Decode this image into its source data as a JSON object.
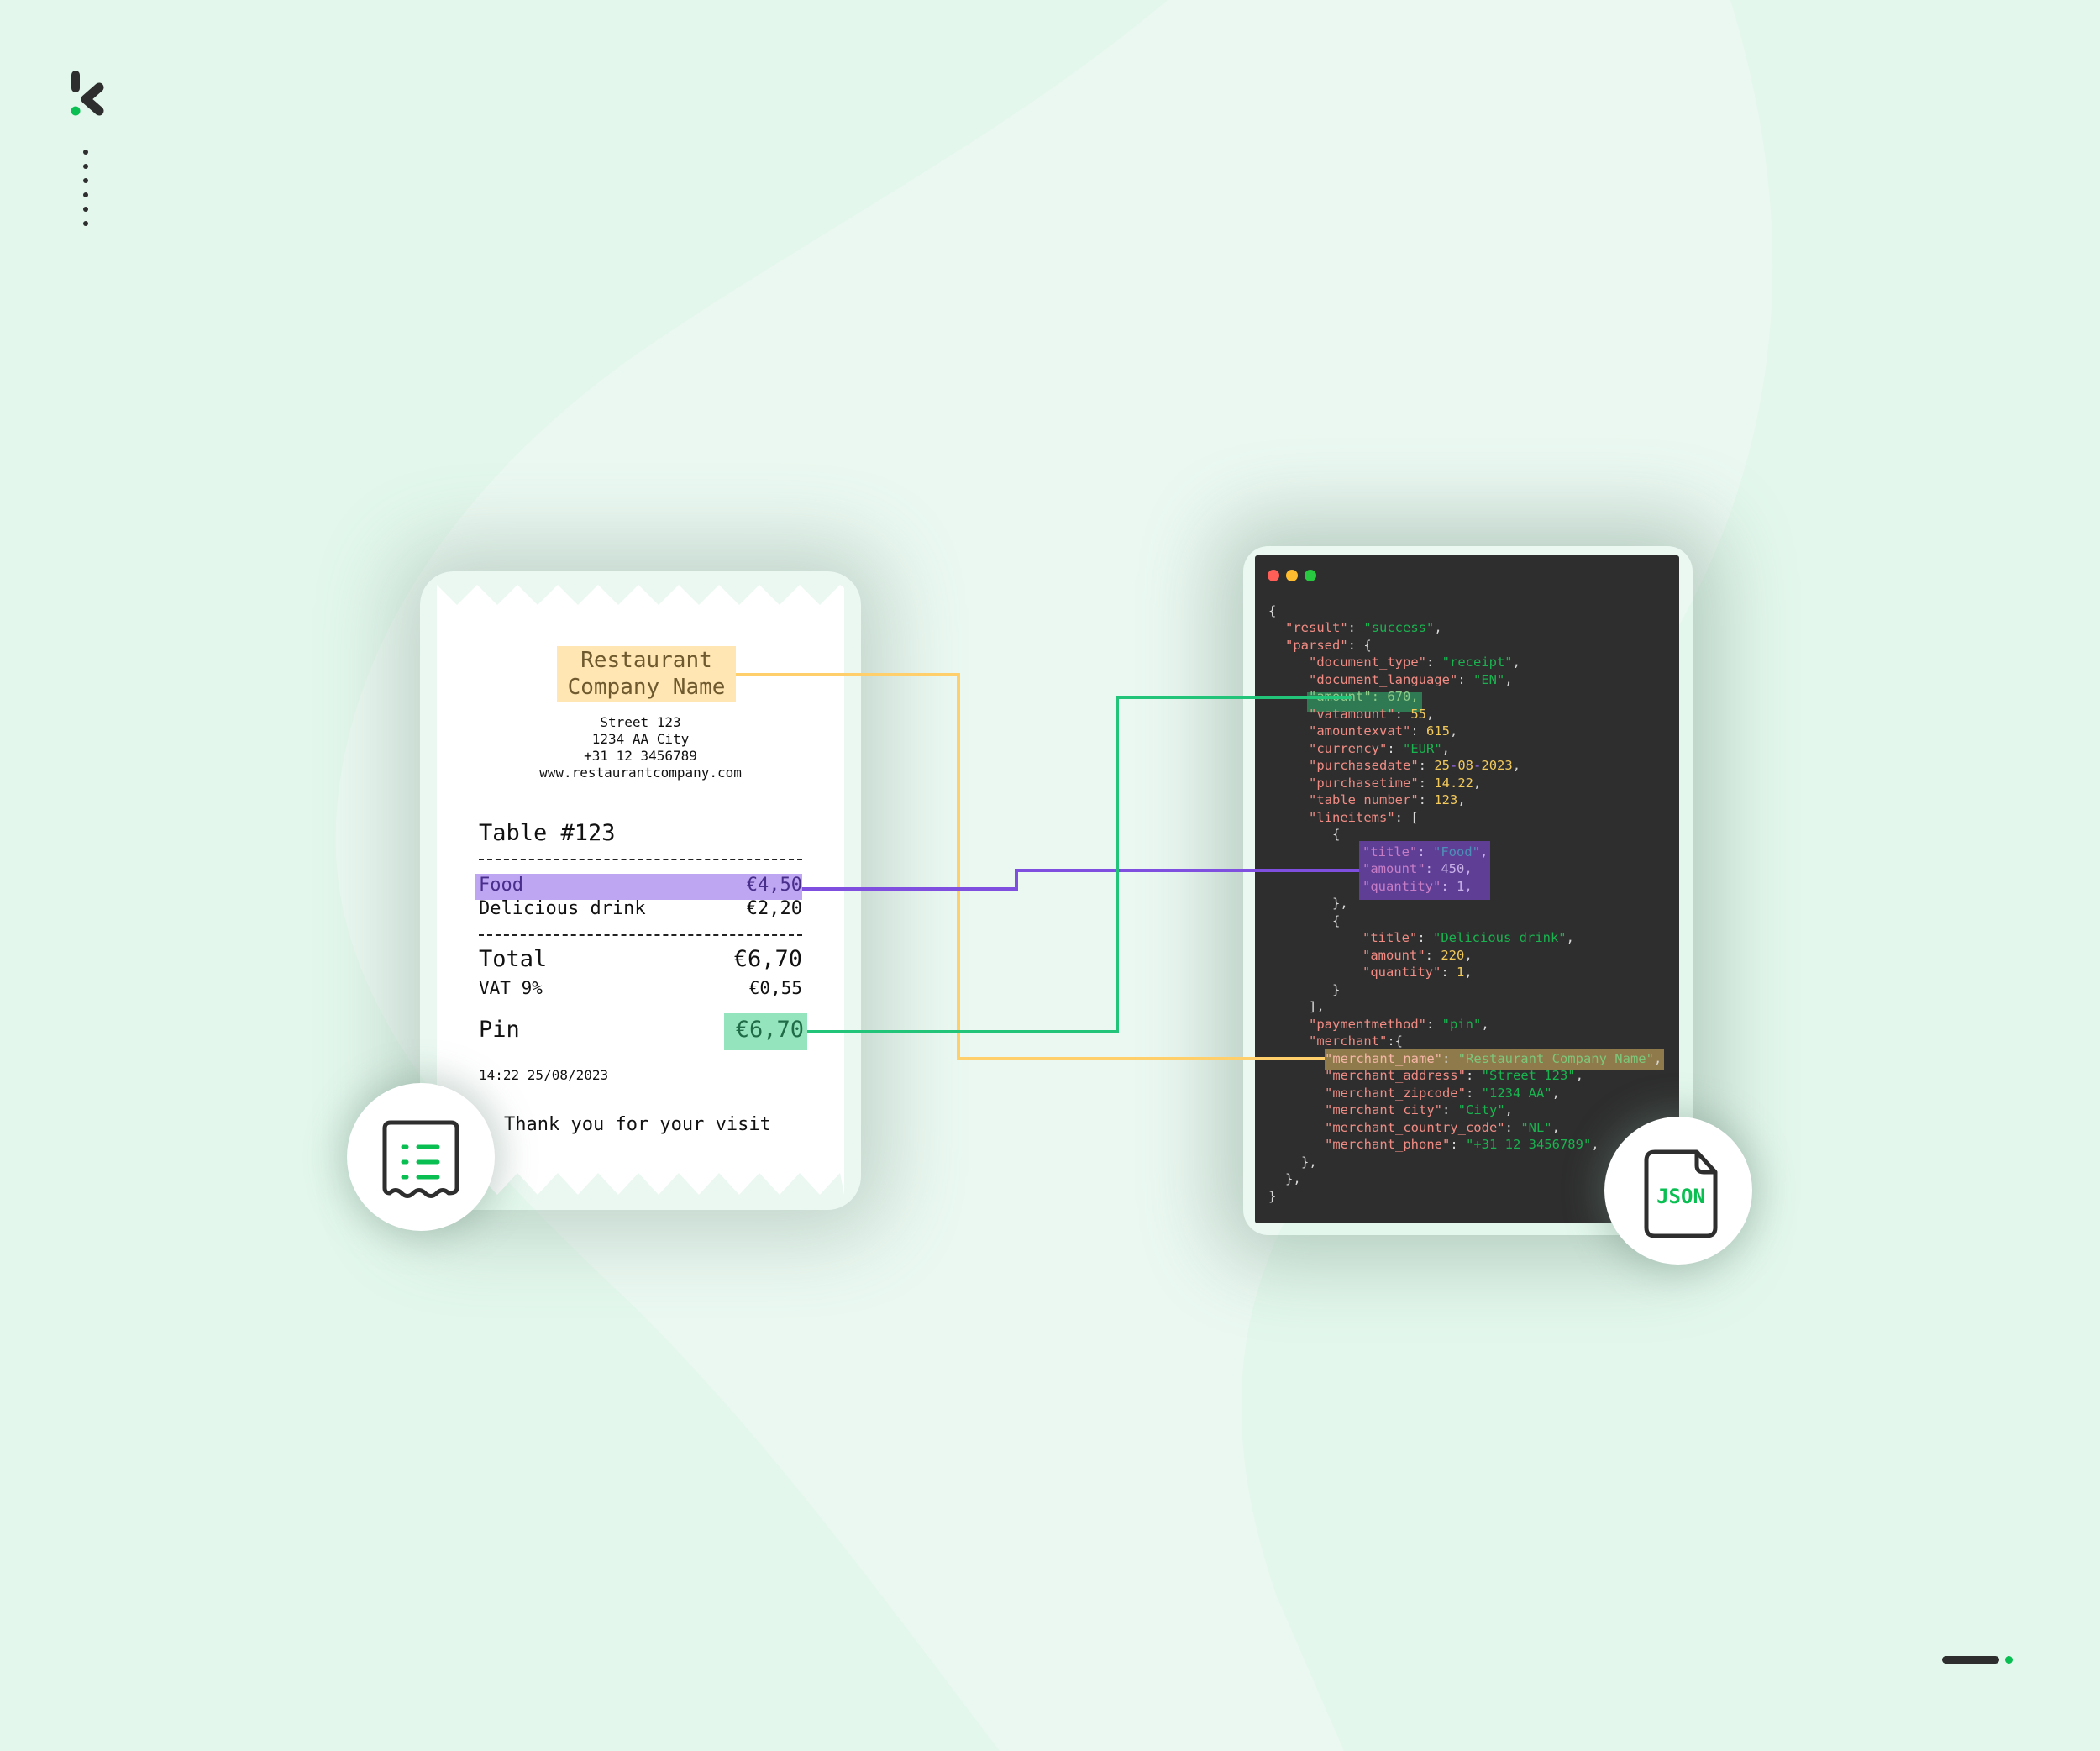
{
  "brand": {
    "logo_icon": "k-logo-icon",
    "accent_color": "#0ABF52",
    "dark_color": "#2E2E2E",
    "background_color": "#E3F7EC"
  },
  "side_nav": {
    "dot_count": 6,
    "icon": "vertical-dots-icon"
  },
  "pager": {
    "icon": "slide-indicator-icon"
  },
  "receipt": {
    "icon": "receipt-icon",
    "merchant_name_line1": "Restaurant",
    "merchant_name_line2": "Company Name",
    "address": "Street 123",
    "zip_city": "1234 AA City",
    "phone": "+31 12 3456789",
    "website": "www.restaurantcompany.com",
    "table": "Table #123",
    "items": [
      {
        "title": "Food",
        "price": "€4,50"
      },
      {
        "title": "Delicious drink",
        "price": "€2,20"
      }
    ],
    "total_label": "Total",
    "total_value": "€6,70",
    "vat_label": "VAT 9%",
    "vat_value": "€0,55",
    "payment_label": "Pin",
    "payment_value": "€6,70",
    "timestamp": "14:22 25/08/2023",
    "footer": "Thank you for your visit",
    "highlight_colors": {
      "merchant": "#FFE6B3",
      "food": "#BFA6F2",
      "payment": "#94E5BE"
    }
  },
  "json_panel": {
    "icon": "json-file-icon",
    "icon_label": "JSON",
    "window_controls": {
      "close": "#FF5F57",
      "minimize": "#FEBC2E",
      "maximize": "#28C840"
    },
    "lines": {
      "open": "{",
      "result_key": "\"result\"",
      "result_val": "\"success\"",
      "parsed_key": "\"parsed\"",
      "document_type_key": "\"document_type\"",
      "document_type_val": "\"receipt\"",
      "document_language_key": "\"document_language\"",
      "document_language_val": "\"EN\"",
      "amount_key": "\"amount\"",
      "amount_val": "670",
      "vatamount_key": "\"vatamount\"",
      "vatamount_val": "55",
      "amountexvat_key": "\"amountexvat\"",
      "amountexvat_val": "615",
      "currency_key": "\"currency\"",
      "currency_val": "\"EUR\"",
      "purchasedate_key": "\"purchasedate\"",
      "purchasedate_d": "25",
      "purchasedate_m": "08",
      "purchasedate_y": "2023",
      "purchasetime_key": "\"purchasetime\"",
      "purchasetime_val": "14.22",
      "table_number_key": "\"table_number\"",
      "table_number_val": "123",
      "lineitems_key": "\"lineitems\"",
      "item1_title_key": "\"title\"",
      "item1_title_val": "\"Food\"",
      "item1_amount_key": "\"amount\"",
      "item1_amount_val": "450",
      "item1_quantity_key": "\"quantity\"",
      "item1_quantity_val": "1",
      "item2_title_key": "\"title\"",
      "item2_title_val": "\"Delicious drink\"",
      "item2_amount_key": "\"amount\"",
      "item2_amount_val": "220",
      "item2_quantity_key": "\"quantity\"",
      "item2_quantity_val": "1",
      "paymentmethod_key": "\"paymentmethod\"",
      "paymentmethod_val": "\"pin\"",
      "merchant_key": "\"merchant\"",
      "merchant_name_key": "\"merchant_name\"",
      "merchant_name_val": "\"Restaurant Company Name\"",
      "merchant_address_key": "\"merchant_address\"",
      "merchant_address_val": "\"Street 123\"",
      "merchant_zipcode_key": "\"merchant_zipcode\"",
      "merchant_zipcode_val": "\"1234 AA\"",
      "merchant_city_key": "\"merchant_city\"",
      "merchant_city_val": "\"City\"",
      "merchant_country_code_key": "\"merchant_country_code\"",
      "merchant_country_code_val": "\"NL\"",
      "merchant_phone_key": "\"merchant_phone\"",
      "merchant_phone_val": "\"+31 12 3456789\""
    },
    "syntax_colors": {
      "key": "#F08C84",
      "string": "#19B34F",
      "number": "#F2C95B",
      "punct": "#D9D9D9"
    }
  },
  "connectors": [
    {
      "from": "merchant name",
      "to": "merchant_name",
      "color": "#FFCF6B"
    },
    {
      "from": "Food €4,50",
      "to": "lineitems[0]",
      "color": "#7F4FE0"
    },
    {
      "from": "Pin €6,70",
      "to": "amount",
      "color": "#22C47A"
    }
  ]
}
